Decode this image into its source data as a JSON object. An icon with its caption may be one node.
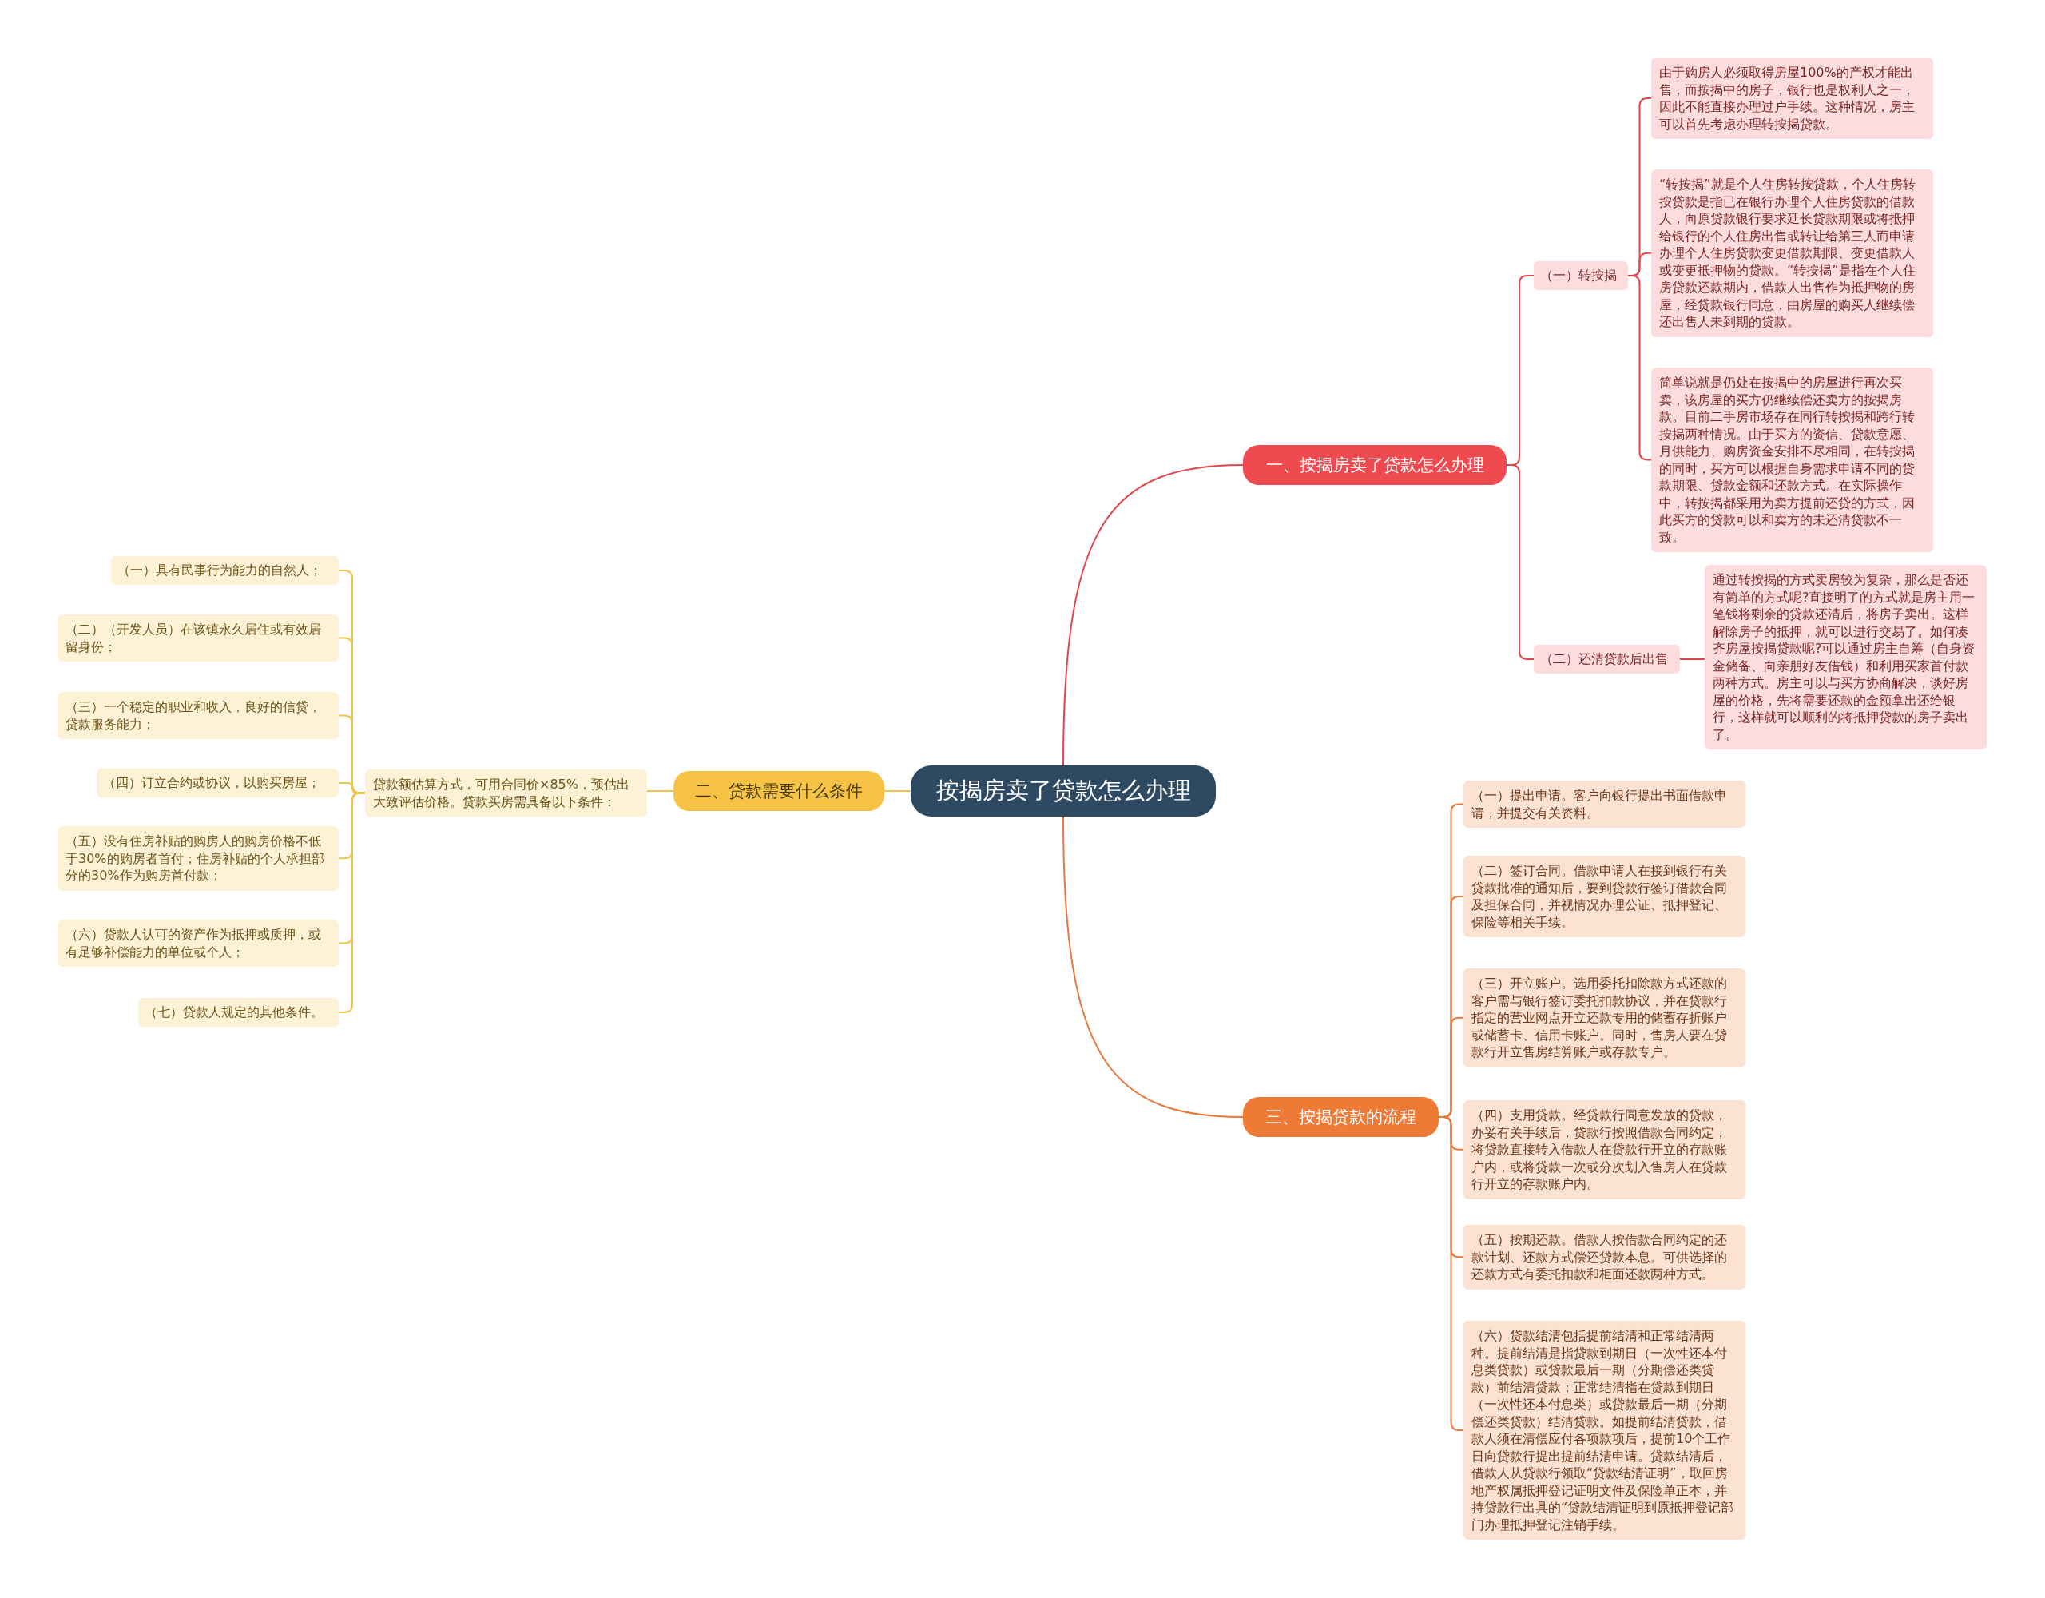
{
  "diagram": {
    "nodes": [
      {
        "text": [
          "按揭房卖了贷款怎么办理"
        ]
      },
      {
        "text": [
          "一、按揭房卖了贷款怎么办理"
        ]
      },
      {
        "text": [
          "（一）转按揭"
        ]
      },
      {
        "text": [
          "由于购房人必须取得房屋100%的产权才能出售，而按揭中的房子，银行也是权利人之一，因此不能直接办理过户手续。这种情况，房主可以首先考虑办理转按揭贷款。"
        ]
      },
      {
        "text": [
          "“转按揭”就是个人住房转按贷款，个人住房转按贷款是指已在银行办理个人住房贷款的借款人，向原贷款银行要求延长贷款期限或将抵押给银行的个人住房出售或转让给第三人而申请办理个人住房贷款变更借款期限、变更借款人或变更抵押物的贷款。“转按揭”是指在个人住房贷款还款期内，借款人出售作为抵押物的房屋，经贷款银行同意，由房屋的购买人继续偿还出售人未到期的贷款。"
        ]
      },
      {
        "text": [
          "简单说就是仍处在按揭中的房屋进行再次买卖，该房屋的买方仍继续偿还卖方的按揭房款。目前二手房市场存在同行转按揭和跨行转按揭两种情况。由于买方的资信、贷款意愿、月供能力、购房资金安排不尽相同，在转按揭的同时，买方可以根据自身需求申请不同的贷款期限、贷款金额和还款方式。在实际操作中，转按揭都采用为卖方提前还贷的方式，因此买方的贷款可以和卖方的未还清贷款不一致。"
        ]
      },
      {
        "text": [
          "（二）还清贷款后出售"
        ]
      },
      {
        "text": [
          "通过转按揭的方式卖房较为复杂，那么是否还有简单的方式呢?直接明了的方式就是房主用一笔钱将剩余的贷款还清后，将房子卖出。这样解除房子的抵押，就可以进行交易了。如何凑齐房屋按揭贷款呢?可以通过房主自筹（自身资金储备、向亲朋好友借钱）和利用买家首付款两种方式。房主可以与买方协商解决，谈好房屋的价格，先将需要还款的金额拿出还给银行，这样就可以顺利的将抵押贷款的房子卖出了。"
        ]
      },
      {
        "text": [
          "二、贷款需要什么条件"
        ]
      },
      {
        "text": [
          "贷款额估算方式，可用合同价×85%，预估出大致评估价格。贷款买房需具备以下条件："
        ]
      },
      {
        "text": [
          "（一）具有民事行为能力的自然人；"
        ]
      },
      {
        "text": [
          "（二）（开发人员）在该镇永久居住或有效居留身份；"
        ]
      },
      {
        "text": [
          "（三）一个稳定的职业和收入，良好的信贷，贷款服务能力；"
        ]
      },
      {
        "text": [
          "（四）订立合约或协议，以购买房屋；"
        ]
      },
      {
        "text": [
          "（五）没有住房补贴的购房人的购房价格不低于30%的购房者首付；住房补贴的个人承担部分的30%作为购房首付款；"
        ]
      },
      {
        "text": [
          "（六）贷款人认可的资产作为抵押或质押，或有足够补偿能力的单位或个人；"
        ]
      },
      {
        "text": [
          "（七）贷款人规定的其他条件。"
        ]
      },
      {
        "text": [
          "三、按揭贷款的流程"
        ]
      },
      {
        "text": [
          "（一）提出申请。客户向银行提出书面借款申请，并提交有关资料。"
        ]
      },
      {
        "text": [
          "（二）签订合同。借款申请人在接到银行有关贷款批准的通知后，要到贷款行签订借款合同及担保合同，并视情况办理公证、抵押登记、保险等相关手续。"
        ]
      },
      {
        "text": [
          "（三）开立账户。选用委托扣除款方式还款的客户需与银行签订委托扣款协议，并在贷款行指定的营业网点开立还款专用的储蓄存折账户或储蓄卡、信用卡账户。同时，售房人要在贷款行开立售房结算账户或存款专户。"
        ]
      },
      {
        "text": [
          "（四）支用贷款。经贷款行同意发放的贷款，办妥有关手续后，贷款行按照借款合同约定，将贷款直接转入借款人在贷款行开立的存款账户内，或将贷款一次或分次划入售房人在贷款行开立的存款账户内。"
        ]
      },
      {
        "text": [
          "（五）按期还款。借款人按借款合同约定的还款计划、还款方式偿还贷款本息。可供选择的还款方式有委托扣款和柜面还款两种方式。"
        ]
      },
      {
        "text": [
          "（六）贷款结清包括提前结清和正常结清两种。提前结清是指贷款到期日（一次性还本付息类贷款）或贷款最后一期（分期偿还类贷款）前结清贷款；正常结清指在贷款到期日（一次性还本付息类）或贷款最后一期（分期偿还类贷款）结清贷款。如提前结清贷款，借款人须在清偿应付各项款项后，提前10个工作日向贷款行提出提前结清申请。贷款结清后，借款人从贷款行领取“贷款结清证明”，取回房地产权属抵押登记证明文件及保险单正本，并持贷款行出具的“贷款结清证明到原抵押登记部门办理抵押登记注销手续。"
        ]
      }
    ],
    "edges": [
      {
        "from": 0,
        "to": 1,
        "arrow": "none",
        "color": "#e0474c"
      },
      {
        "from": 1,
        "to": 2,
        "arrow": "none",
        "color": "#e0474c"
      },
      {
        "from": 2,
        "to": 3,
        "arrow": "none",
        "color": "#e0474c"
      },
      {
        "from": 2,
        "to": 4,
        "arrow": "none",
        "color": "#e0474c"
      },
      {
        "from": 2,
        "to": 5,
        "arrow": "none",
        "color": "#e0474c"
      },
      {
        "from": 1,
        "to": 6,
        "arrow": "none",
        "color": "#e0474c"
      },
      {
        "from": 6,
        "to": 7,
        "arrow": "none",
        "color": "#e0474c"
      },
      {
        "from": 0,
        "to": 8,
        "arrow": "none"
      },
      {
        "from": 8,
        "to": 9,
        "arrow": "none"
      },
      {
        "from": 9,
        "to": 10,
        "arrow": "none"
      },
      {
        "from": 9,
        "to": 11,
        "arrow": "none"
      },
      {
        "from": 9,
        "to": 12,
        "arrow": "none"
      },
      {
        "from": 9,
        "to": 13,
        "arrow": "none"
      },
      {
        "from": 9,
        "to": 14,
        "arrow": "none"
      },
      {
        "from": 9,
        "to": 15,
        "arrow": "none"
      },
      {
        "from": 9,
        "to": 16,
        "arrow": "none"
      },
      {
        "from": 0,
        "to": 17,
        "arrow": "none",
        "color": "#e8783a"
      },
      {
        "from": 17,
        "to": 18,
        "arrow": "none",
        "color": "#e8783a"
      },
      {
        "from": 17,
        "to": 19,
        "arrow": "none",
        "color": "#e8783a"
      },
      {
        "from": 17,
        "to": 20,
        "arrow": "none",
        "color": "#e8783a"
      },
      {
        "from": 17,
        "to": 21,
        "arrow": "none",
        "color": "#e8783a"
      },
      {
        "from": 17,
        "to": 22,
        "arrow": "none",
        "color": "#e8783a"
      },
      {
        "from": 17,
        "to": 23,
        "arrow": "none",
        "color": "#e8783a"
      }
    ]
  }
}
